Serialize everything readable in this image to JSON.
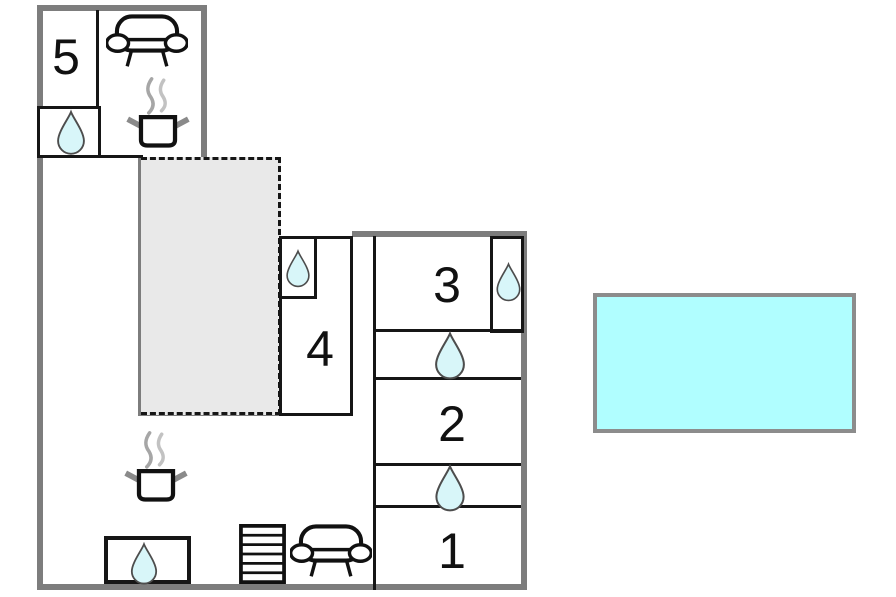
{
  "title": "holiday-home-floor-plan",
  "rooms": [
    {
      "label": "5"
    },
    {
      "label": "4"
    },
    {
      "label": "3"
    },
    {
      "label": "2"
    },
    {
      "label": "1"
    }
  ],
  "features": {
    "bathrooms_marked_with": "water-drop-icon",
    "kitchen_marked_with": "cooking-pot-icon",
    "living_marked_with": "sofa-icon",
    "stairs": "stairs-icon",
    "terrace": "dashed-gray-area",
    "pool": "cyan-rectangle"
  },
  "colors": {
    "outer_wall_gray": "#7d7d7d",
    "interior_line_black": "#161616",
    "terrace_fill": "#e9e9e9",
    "pool_fill": "#b0feff",
    "pool_border": "#8c8c8c",
    "drop_fill": "#d8f6f9",
    "drop_stroke": "#4d4d4d",
    "steam_gray": "#a6a6a6"
  }
}
